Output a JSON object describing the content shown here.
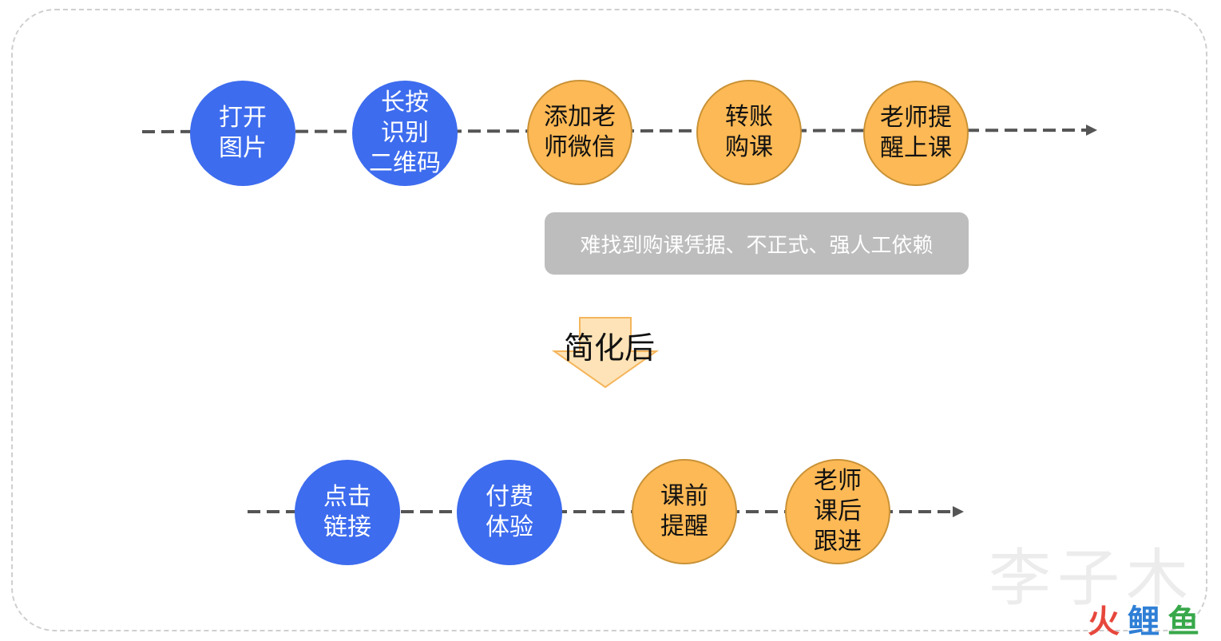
{
  "flow_before": {
    "steps": [
      {
        "label": "打开\n图片",
        "kind": "blue"
      },
      {
        "label": "长按\n识别\n二维码",
        "kind": "blue"
      },
      {
        "label": "添加老\n师微信",
        "kind": "orange"
      },
      {
        "label": "转账\n购课",
        "kind": "orange"
      },
      {
        "label": "老师提\n醒上课",
        "kind": "orange"
      }
    ],
    "pain_point": "难找到购课凭据、不正式、强人工依赖"
  },
  "transition_label": "简化后",
  "flow_after": {
    "steps": [
      {
        "label": "点击\n链接",
        "kind": "blue"
      },
      {
        "label": "付费\n体验",
        "kind": "blue"
      },
      {
        "label": "课前\n提醒",
        "kind": "orange"
      },
      {
        "label": "老师\n课后\n跟进",
        "kind": "orange"
      }
    ]
  },
  "watermark": {
    "text": "李子木",
    "brand": "火鲤鱼"
  },
  "colors": {
    "blue": "#3d6cee",
    "orange": "#fdb955",
    "orange_border": "#c99237",
    "line": "#555555",
    "pain_box": "#bdbdbd",
    "arrow_fill": "#fde3b7",
    "arrow_stroke": "#f5b55c"
  }
}
